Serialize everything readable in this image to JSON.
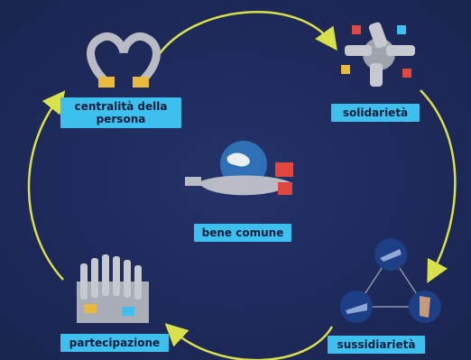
{
  "nodes": [
    {
      "id": "centralita",
      "label_line1": "centralità della",
      "label_line2": "persona"
    },
    {
      "id": "solidarieta",
      "label": "solidarietà"
    },
    {
      "id": "bene",
      "label": "bene comune"
    },
    {
      "id": "sussidiarieta",
      "label": "sussidiarietà"
    },
    {
      "id": "partecipazione",
      "label": "partecipazione"
    }
  ],
  "colors": {
    "background": "#1f2b5c",
    "label_bg": "#3ec0ee",
    "arrow": "#d8e04a",
    "hands": "#b9bcc4"
  },
  "icons": [
    "heart-hands-icon",
    "stacked-hands-icon",
    "globe-hands-icon",
    "raised-hands-icon",
    "helping-hands-triangle-icon"
  ]
}
